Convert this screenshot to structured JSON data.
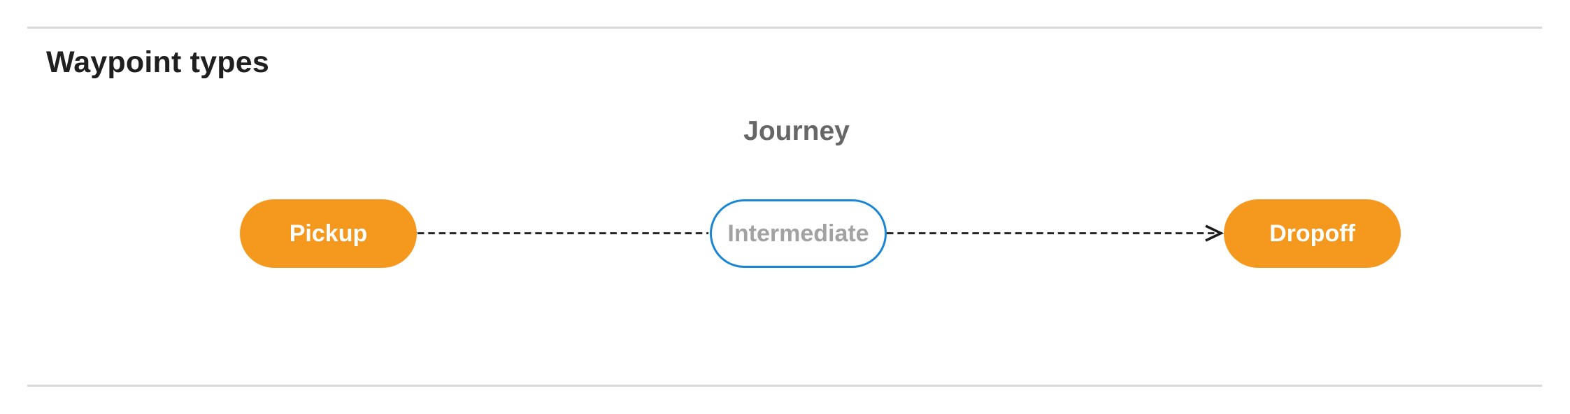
{
  "section": {
    "heading": "Waypoint types"
  },
  "diagram": {
    "title": "Journey",
    "type": "flow-left-to-right",
    "nodes": [
      {
        "id": "pickup",
        "label": "Pickup",
        "variant": "filled"
      },
      {
        "id": "intermediate",
        "label": "Intermediate",
        "variant": "outlined"
      },
      {
        "id": "dropoff",
        "label": "Dropoff",
        "variant": "filled"
      }
    ],
    "edges": [
      {
        "from": "pickup",
        "to": "intermediate",
        "style": "dashed",
        "arrowhead": "none"
      },
      {
        "from": "intermediate",
        "to": "dropoff",
        "style": "dashed",
        "arrowhead": "open-arrow"
      }
    ],
    "colors": {
      "node_fill": "#f5981e",
      "node_fill_text": "#ffffff",
      "node_outline": "#1985d5",
      "node_outline_text": "#a2a2a2",
      "edge": "#1a1a1a",
      "title_text": "#666666",
      "heading_text": "#1f1f1f",
      "divider": "#d8d8d8"
    }
  }
}
